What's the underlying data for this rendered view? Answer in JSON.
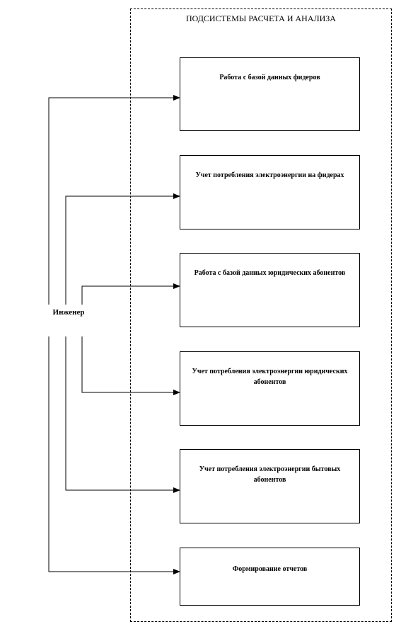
{
  "diagram": {
    "frame_title": "ПОДСИСТЕМЫ РАСЧЕТА И АНАЛИЗА",
    "actor": "Инженер",
    "boxes": [
      {
        "label": "Работа с базой данных фидеров"
      },
      {
        "label": "Учет потребления электроэнергии на фидерах"
      },
      {
        "label": "Работа с базой данных юридических абонентов"
      },
      {
        "label": "Учет потребления электроэнергии юридических абонентов"
      },
      {
        "label": "Учет потребления электроэнергии бытовых абонентов"
      },
      {
        "label": "Формирование отчетов"
      }
    ]
  }
}
